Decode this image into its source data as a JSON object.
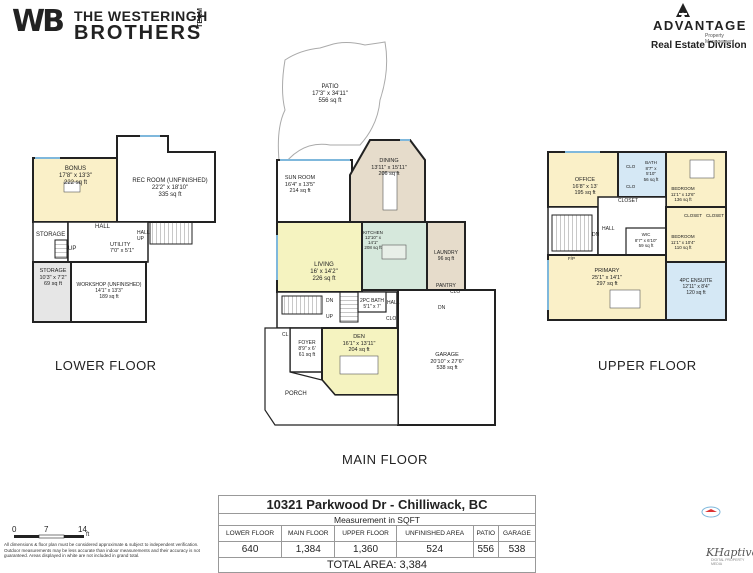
{
  "brand": {
    "left_logo_mark": "WB",
    "left_line1": "THE WESTERINGH",
    "left_line2": "BROTHERS",
    "left_line3": "TEAM",
    "right_name": "ADVANTAGE",
    "right_sub": "Property Management",
    "right_division": "Real Estate Division"
  },
  "floors": {
    "lower": {
      "title": "LOWER FLOOR",
      "rooms": [
        {
          "name": "BONUS",
          "dims": "17'8\" x 13'3\"",
          "area": "222 sq ft"
        },
        {
          "name": "REC ROOM (UNFINISHED)",
          "dims": "22'2\" x 18'10\"",
          "area": "335 sq ft"
        },
        {
          "name": "STORAGE"
        },
        {
          "name": "HALL"
        },
        {
          "name": "UP"
        },
        {
          "name": "UTILITY",
          "dims": "7'0\" x 5'1\""
        },
        {
          "name": "HALL",
          "sub": "UP"
        },
        {
          "name": "STORAGE",
          "dims": "10'3\" x 7'2\"",
          "area": "69 sq ft"
        },
        {
          "name": "WORKSHOP (UNFINISHED)",
          "dims": "14'1\" x 13'3\"",
          "area": "189 sq ft"
        }
      ]
    },
    "main": {
      "title": "MAIN FLOOR",
      "rooms": [
        {
          "name": "PATIO",
          "dims": "17'3\" x 34'11\"",
          "area": "556 sq ft"
        },
        {
          "name": "SUN ROOM",
          "dims": "16'4\" x 13'5\"",
          "area": "214 sq ft"
        },
        {
          "name": "DINING",
          "dims": "13'11\" x 15'11\"",
          "area": "206 sq ft"
        },
        {
          "name": "LIVING",
          "dims": "16' x 14'2\"",
          "area": "226 sq ft"
        },
        {
          "name": "KITCHEN",
          "dims": "12'10\" x 14'1\"",
          "area": "208 sq ft"
        },
        {
          "name": "LAUNDRY",
          "area": "96 sq ft"
        },
        {
          "name": "PANTRY"
        },
        {
          "name": "CLO"
        },
        {
          "name": "DN"
        },
        {
          "name": "UP"
        },
        {
          "name": "2PC BATH",
          "dims": "5'1\" x 7'"
        },
        {
          "name": "HALL"
        },
        {
          "name": "CLO"
        },
        {
          "name": "DN"
        },
        {
          "name": "FOYER",
          "dims": "8'9\" x 6'",
          "area": "61 sq ft"
        },
        {
          "name": "CL"
        },
        {
          "name": "DEN",
          "dims": "16'1\" x 13'11\"",
          "area": "204 sq ft"
        },
        {
          "name": "GARAGE",
          "dims": "20'10\" x 27'6\"",
          "area": "538 sq ft"
        },
        {
          "name": "PORCH"
        }
      ]
    },
    "upper": {
      "title": "UPPER FLOOR",
      "rooms": [
        {
          "name": "OFFICE",
          "dims": "16'8\" x 13'",
          "area": "195 sq ft"
        },
        {
          "name": "BATH",
          "dims": "8'7\" x 5'10\"",
          "area": "56 sq ft"
        },
        {
          "name": "CLO"
        },
        {
          "name": "CLO"
        },
        {
          "name": "BEDROOM",
          "dims": "11'1\" x 12'6\"",
          "area": "136 sq ft"
        },
        {
          "name": "CLOSET"
        },
        {
          "name": "HALL"
        },
        {
          "name": "DN"
        },
        {
          "name": "WIC",
          "dims": "8'7\" x 6'10\"",
          "area": "59 sq ft"
        },
        {
          "name": "CLOSET"
        },
        {
          "name": "CLOSET"
        },
        {
          "name": "BEDROOM",
          "dims": "11'1\" x 10'4\"",
          "area": "110 sq ft"
        },
        {
          "name": "F/P"
        },
        {
          "name": "PRIMARY",
          "dims": "25'1\" x 14'1\"",
          "area": "297 sq ft"
        },
        {
          "name": "4PC ENSUITE",
          "dims": "12'11\" x 8'4\"",
          "area": "120 sq ft"
        }
      ]
    }
  },
  "scale": {
    "ticks": [
      "0",
      "7",
      "14"
    ],
    "unit": "ft"
  },
  "summary": {
    "address": "10321 Parkwood Dr - Chilliwack, BC",
    "measurement": "Measurement in SQFT",
    "columns": [
      "LOWER FLOOR",
      "MAIN FLOOR",
      "UPPER FLOOR",
      "UNFINISHED AREA",
      "PATIO",
      "GARAGE"
    ],
    "values": [
      "640",
      "1,384",
      "1,360",
      "524",
      "556",
      "538"
    ],
    "total": "TOTAL AREA: 3,384"
  },
  "disclaimer": "All dimensions & floor plan must be considered approximate & subject to independent verification. Outdoor measurements may be less accurate than indoor measurements and their accuracy is not guaranteed. Areas displayed in white are not included in grand total.",
  "footer_logo": "KHaptive",
  "footer_tagline": "DIGITAL PROPERTY MEDIA",
  "colors": {
    "bonus": "#faf0c8",
    "kitchen": "#d6e8dc",
    "living": "#f5f3c0",
    "dining": "#e6dccb",
    "primary": "#faf0c8",
    "ensuite": "#d5e8f5",
    "wall": "#222222",
    "window": "#7fb8dc"
  }
}
